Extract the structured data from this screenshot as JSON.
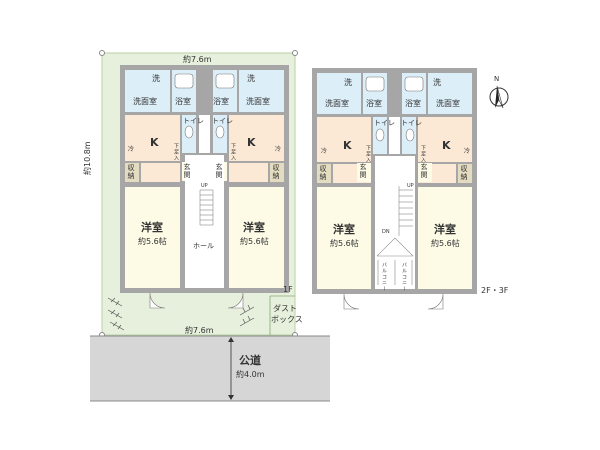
{
  "site": {
    "width_label": "約7.6m",
    "depth_label": "約10.8m",
    "front_width_label": "約7.6m",
    "dust_box_label": "ダスト\nボックス",
    "dust_box_line1": "ダスト",
    "dust_box_line2": "ボックス"
  },
  "road": {
    "label": "公道",
    "width_label": "約4.0m"
  },
  "floor_1f": {
    "floor_label": "1F",
    "units": [
      {
        "washroom": "洗面室",
        "wash_mark": "洗",
        "bath": "浴室",
        "toilet": "トイレ",
        "kitchen": "K",
        "fridge": "冷",
        "storage": "収納",
        "entrance": "玄関",
        "shoe": "下足入",
        "room": "洋室",
        "room_area": "約5.6帖"
      },
      {
        "washroom": "洗面室",
        "wash_mark": "洗",
        "bath": "浴室",
        "toilet": "トイレ",
        "kitchen": "K",
        "fridge": "冷",
        "storage": "収納",
        "entrance": "玄関",
        "shoe": "下足入",
        "room": "洋室",
        "room_area": "約5.6帖"
      }
    ],
    "hall": "ホール",
    "stairs_up": "UP"
  },
  "floor_2f3f": {
    "floor_label": "2F・3F",
    "units": [
      {
        "washroom": "洗面室",
        "wash_mark": "洗",
        "bath": "浴室",
        "toilet": "トイレ",
        "kitchen": "K",
        "fridge": "冷",
        "storage": "収納",
        "entrance": "玄関",
        "shoe": "下足入",
        "room": "洋室",
        "room_area": "約5.6帖",
        "balcony": "バルコニー"
      },
      {
        "washroom": "洗面室",
        "wash_mark": "洗",
        "bath": "浴室",
        "toilet": "トイレ",
        "kitchen": "K",
        "fridge": "冷",
        "storage": "収納",
        "entrance": "玄関",
        "shoe": "下足入",
        "room": "洋室",
        "room_area": "約5.6帖",
        "balcony": "バルコニー"
      }
    ],
    "stairs_up": "UP",
    "stairs_down": "DN"
  },
  "compass": {
    "north_label": "N",
    "icon": "north-arrow-icon"
  },
  "colors": {
    "site_green": "#e6f0dc",
    "site_border": "#b9cfa6",
    "wall": "#a6a6a6",
    "water_area": "#dceef8",
    "kitchen_floor": "#fbe9d6",
    "room_floor": "#fdfbe6",
    "road_gray": "#d6d6d6",
    "storage_tan": "#e4dcc0"
  }
}
